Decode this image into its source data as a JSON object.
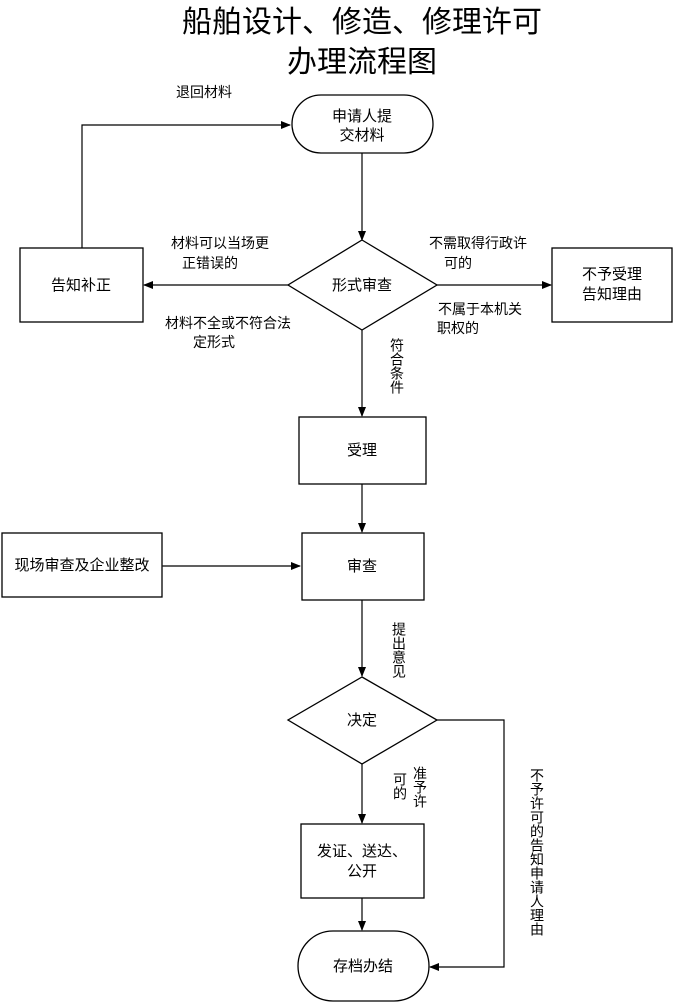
{
  "title": {
    "line1": "船舶设计、修造、修理许可",
    "line2": "办理流程图"
  },
  "nodes": {
    "apply": {
      "line1": "申请人提",
      "line2": "交材料"
    },
    "formal_review": "形式审查",
    "notify_correction": "告知补正",
    "reject_notify": {
      "line1": "不予受理",
      "line2": "告知理由"
    },
    "accept": "受理",
    "review": "审查",
    "onsite_review": "现场审查及企业整改",
    "decision": "决定",
    "issue_certificate": {
      "line1": "发证、送达、",
      "line2": "公开"
    },
    "archive": "存档办结"
  },
  "edge_labels": {
    "return_materials": "退回材料",
    "correct_on_site": {
      "line1": "材料可以当场更",
      "line2": "正错误的"
    },
    "incomplete": {
      "line1": "材料不全或不符合法",
      "line2": "定形式"
    },
    "no_permit_needed": {
      "line1": "不需取得行政许",
      "line2": "可的"
    },
    "not_in_authority": {
      "line1": "不属于本机关",
      "line2": "职权的"
    },
    "meets_conditions": "符合条件",
    "opinion": "提出意见",
    "grant_permit": {
      "col1": "准予许",
      "col2": "可的"
    },
    "deny_permit": "不予许可的告知申请人理由"
  }
}
